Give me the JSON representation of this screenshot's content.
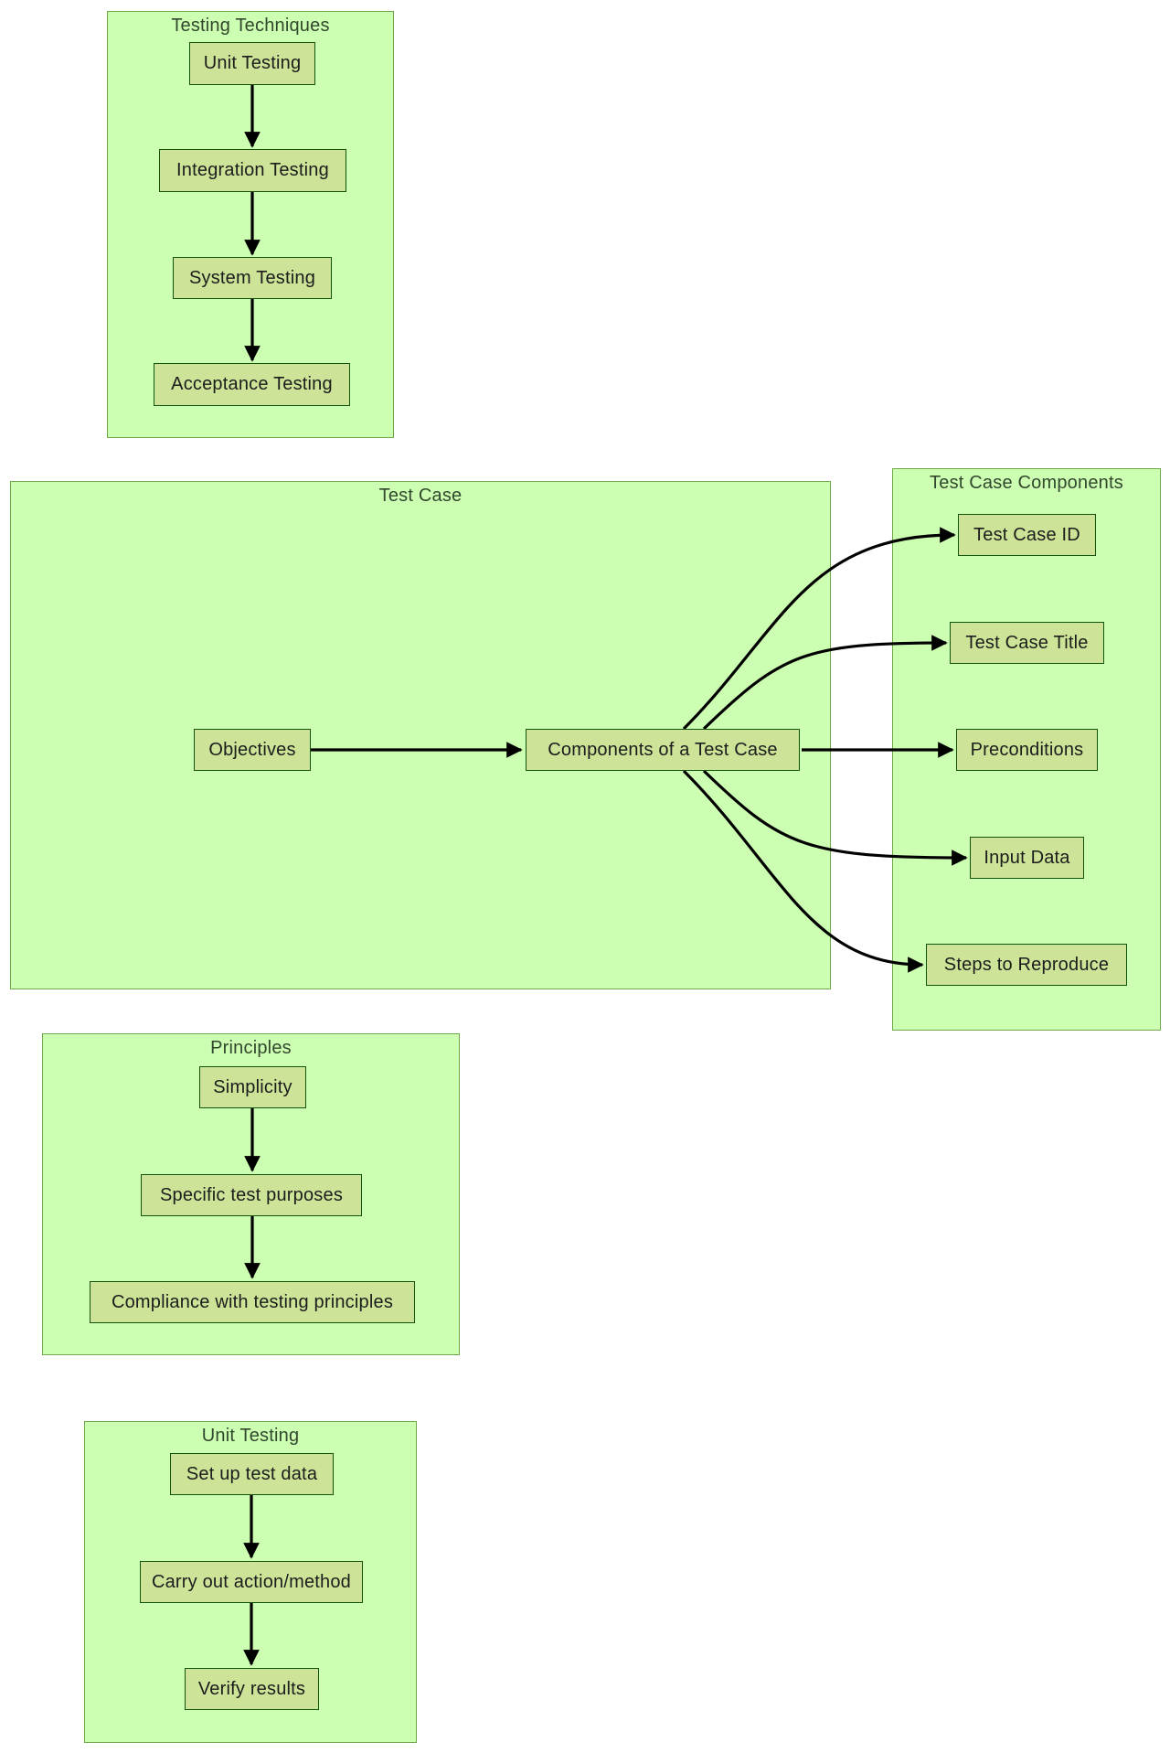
{
  "diagram": {
    "type": "flowchart",
    "colors": {
      "cluster_fill": "#cdffb2",
      "cluster_border": "#6eaa49",
      "node_fill": "#cde498",
      "node_border": "#13540c",
      "edge_color": "#000000",
      "title_color": "#31472e",
      "node_text_color": "#1c1c1c",
      "page_bg": "#ffffff"
    },
    "clusters": [
      {
        "title": "Testing Techniques",
        "nodes": [
          "Unit Testing",
          "Integration Testing",
          "System Testing",
          "Acceptance Testing"
        ]
      },
      {
        "title": "Test Case",
        "nodes": [
          "Objectives",
          "Components of a Test Case"
        ]
      },
      {
        "title": "Test Case Components",
        "nodes": [
          "Test Case ID",
          "Test Case Title",
          "Preconditions",
          "Input Data",
          "Steps to Reproduce"
        ]
      },
      {
        "title": "Principles",
        "nodes": [
          "Simplicity",
          "Specific test purposes",
          "Compliance with testing principles"
        ]
      },
      {
        "title": "Unit Testing",
        "nodes": [
          "Set up test data",
          "Carry out action/method",
          "Verify results"
        ]
      }
    ],
    "edges": [
      {
        "from": "Unit Testing",
        "to": "Integration Testing"
      },
      {
        "from": "Integration Testing",
        "to": "System Testing"
      },
      {
        "from": "System Testing",
        "to": "Acceptance Testing"
      },
      {
        "from": "Objectives",
        "to": "Components of a Test Case"
      },
      {
        "from": "Components of a Test Case",
        "to": "Test Case ID"
      },
      {
        "from": "Components of a Test Case",
        "to": "Test Case Title"
      },
      {
        "from": "Components of a Test Case",
        "to": "Preconditions"
      },
      {
        "from": "Components of a Test Case",
        "to": "Input Data"
      },
      {
        "from": "Components of a Test Case",
        "to": "Steps to Reproduce"
      },
      {
        "from": "Simplicity",
        "to": "Specific test purposes"
      },
      {
        "from": "Specific test purposes",
        "to": "Compliance with testing principles"
      },
      {
        "from": "Set up test data",
        "to": "Carry out action/method"
      },
      {
        "from": "Carry out action/method",
        "to": "Verify results"
      }
    ]
  }
}
